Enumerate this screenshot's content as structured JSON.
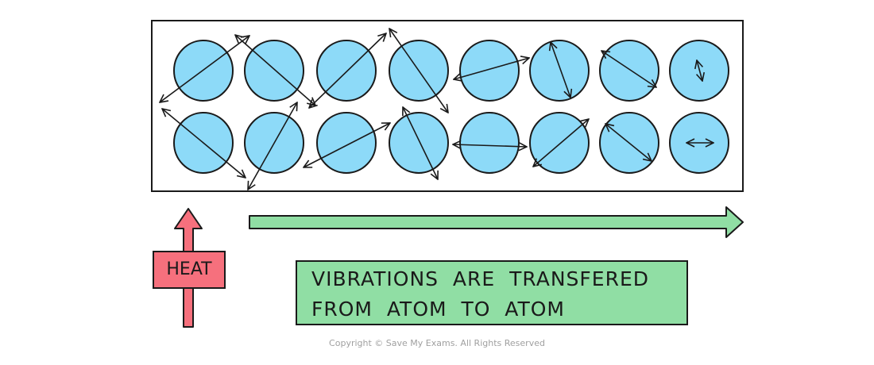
{
  "colors": {
    "atom_fill": "#8ddaf8",
    "outline": "#1a1a1a",
    "heat_fill": "#f6707d",
    "transfer_fill": "#90dea4"
  },
  "heat_label": "HEAT",
  "caption": {
    "line1": "VIBRATIONS  ARE  TRANSFERED",
    "line2": "FROM  ATOM  TO  ATOM"
  },
  "copyright": "Copyright © Save My Exams. All Rights Reserved",
  "atoms": {
    "columns": 8,
    "rows": 2,
    "vibration_amplitude_order": "decreasing from left (heated end) to right"
  }
}
